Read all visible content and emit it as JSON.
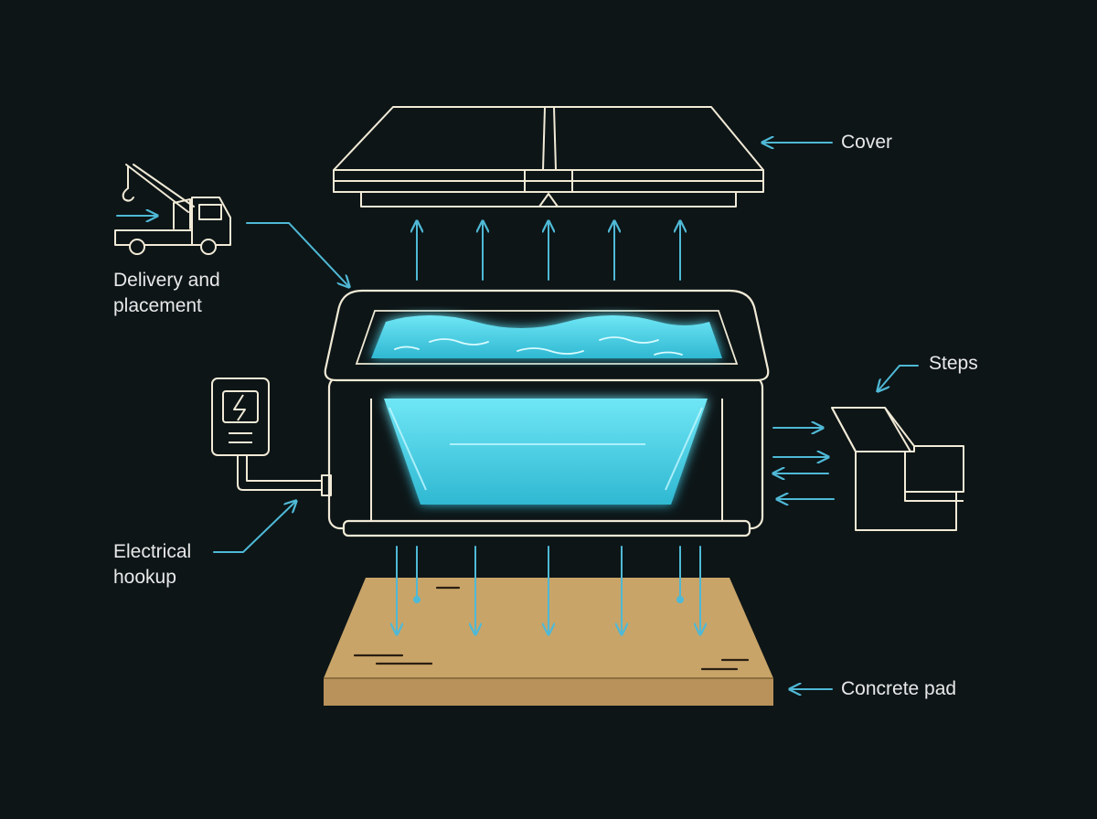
{
  "labels": {
    "cover": "Cover",
    "steps": "Steps",
    "concrete_pad": "Concrete pad",
    "delivery_line1": "Delivery and",
    "delivery_line2": "placement",
    "electrical_line1": "Electrical",
    "electrical_line2": "hookup"
  },
  "icons": [
    "tow-truck-icon",
    "electrical-panel-icon",
    "arrow-icon"
  ],
  "colors": {
    "background": "#0d1517",
    "line": "#f1ead6",
    "arrow": "#4fb9d6",
    "water": "#56dcef",
    "pad": "#c9a468",
    "text": "#e8e8e8"
  }
}
